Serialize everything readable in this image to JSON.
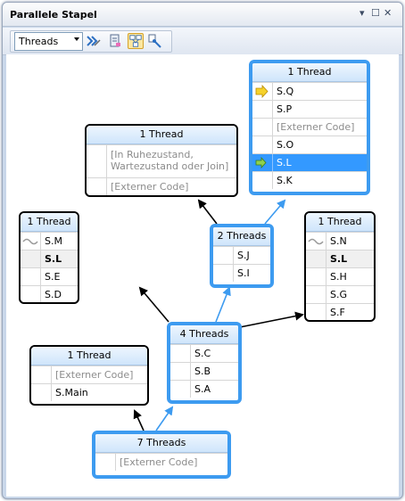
{
  "window": {
    "title": "Parallele Stapel",
    "controls": {
      "dropdown": "▾",
      "restore": "☐",
      "close": "✕"
    }
  },
  "toolbar": {
    "view_select": {
      "value": "Threads"
    },
    "icons": [
      "toggle-method-view-icon",
      "go-to-current-thread-icon",
      "show-threads-icon",
      "auto-scroll-icon"
    ]
  },
  "graph": {
    "colors": {
      "highlight_border": "#3d9bf0",
      "selected_row": "#3399ff",
      "arrow_black": "#000000",
      "arrow_blue": "#3d9bf0"
    },
    "nodes": {
      "top_right": {
        "header": "1 Thread",
        "rows": [
          "S.Q",
          "S.P",
          "[Externer Code]",
          "S.O",
          "S.L",
          "S.K"
        ]
      },
      "mid_top": {
        "header": "1 Thread",
        "rows": [
          "[In Ruhezustand, Wartezustand oder Join]",
          "[Externer Code]"
        ]
      },
      "left": {
        "header": "1 Thread",
        "rows": [
          "S.M",
          "S.L",
          "S.E",
          "S.D"
        ]
      },
      "center_small": {
        "header": "2 Threads",
        "rows": [
          "S.J",
          "S.I"
        ]
      },
      "right": {
        "header": "1 Thread",
        "rows": [
          "S.N",
          "S.L",
          "S.H",
          "S.G",
          "S.F"
        ]
      },
      "center": {
        "header": "4 Threads",
        "rows": [
          "S.C",
          "S.B",
          "S.A"
        ]
      },
      "lower_left": {
        "header": "1 Thread",
        "rows": [
          "[Externer Code]",
          "S.Main"
        ]
      },
      "bottom": {
        "header": "7 Threads",
        "rows": [
          "[Externer Code]"
        ]
      }
    }
  }
}
